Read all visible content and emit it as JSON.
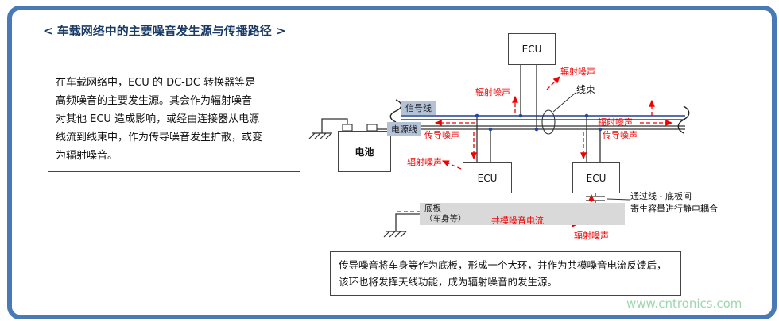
{
  "title": "< 车载网络中的主要噪音发生源与传播路径 >",
  "description": {
    "lines": [
      "在车载网络中，ECU 的 DC-DC 转换器等是",
      "高频噪音的主要发生源。其会作为辐射噪音",
      "对其他 ECU 造成影响，或经由连接器从电源",
      "线流到线束中，作为传导噪音发生扩散，或变",
      "为辐射噪音。"
    ]
  },
  "diagram": {
    "ecu_label": "ECU",
    "battery_label": "电池",
    "signal_line_label": "信号线",
    "power_line_label": "电源线",
    "harness_label": "线束",
    "chassis_label_line1": "底板",
    "chassis_label_line2": "（车身等）",
    "radiated_noise_label": "辐射噪声",
    "conducted_noise_label": "传导噪声",
    "common_mode_label": "共模噪音电流",
    "coupling_note_line1": "通过线 - 底板间",
    "coupling_note_line2": "寄生容量进行静电耦合"
  },
  "bottom_note": {
    "lines": [
      "传导噪音将车身等作为底板，形成一个大环，并作为共模噪音电流反馈后，",
      "该环也将发挥天线功能，成为辐射噪音的发生源。"
    ]
  },
  "watermark": "www.cntronics.com",
  "colors": {
    "frame_border": "#4a7ab5",
    "noise_red": "#f00000",
    "signal_blue": "#24408c",
    "chassis_gray": "#d9d9d9",
    "label_bg": "#b4c2d8",
    "watermark_green": "#9fd6ae"
  }
}
